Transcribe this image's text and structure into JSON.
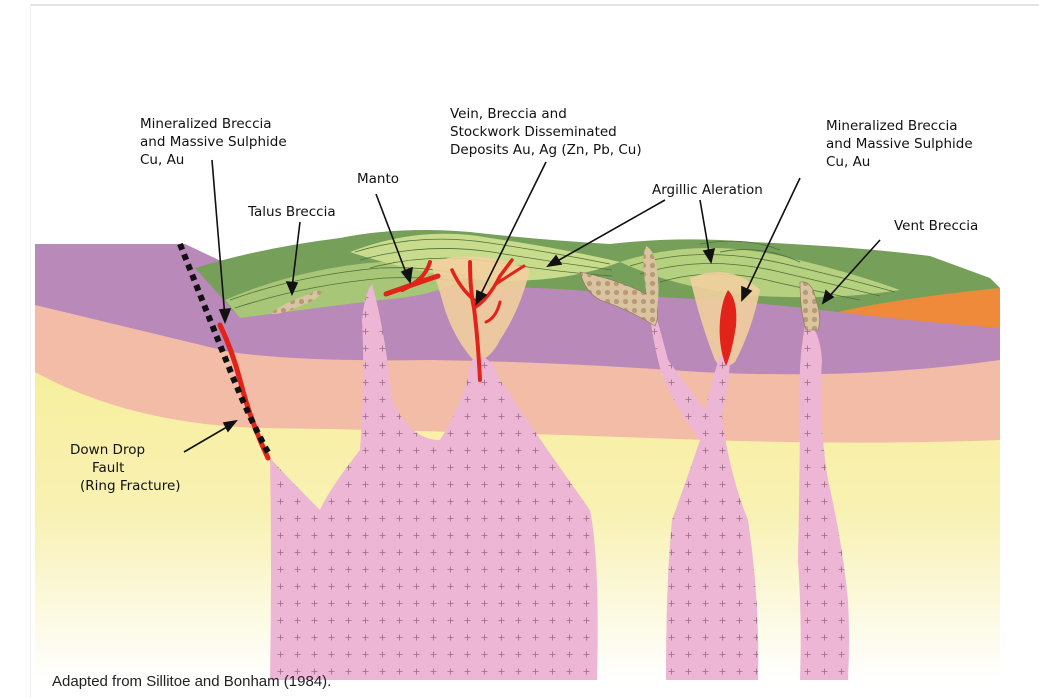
{
  "labels": {
    "left_mineralized": [
      "Mineralized Breccia",
      "and Massive Sulphide",
      "Cu, Au"
    ],
    "manto": "Manto",
    "vein": [
      "Vein, Breccia and",
      "Stockwork Disseminated",
      "Deposits Au, Ag (Zn, Pb, Cu)"
    ],
    "right_mineralized": [
      "Mineralized Breccia",
      "and Massive Sulphide",
      "Cu, Au"
    ],
    "talus": "Talus Breccia",
    "argillic": "Argillic Aleration",
    "vent": "Vent Breccia",
    "fault": [
      "Down Drop",
      "Fault",
      "(Ring Fracture)"
    ]
  },
  "caption": "Adapted from Sillitoe and Bonham (1984).",
  "colors": {
    "purple": "#b989b9",
    "salmon": "#f3bca7",
    "yellow": "#f7ef9e",
    "pink_intrusion": "#ecb6d4",
    "green_dark": "#76a05a",
    "green_light": "#c9dc8e",
    "orange": "#ef8a3b",
    "red": "#e2231a",
    "tan_alteration": "#f2cf9f"
  }
}
